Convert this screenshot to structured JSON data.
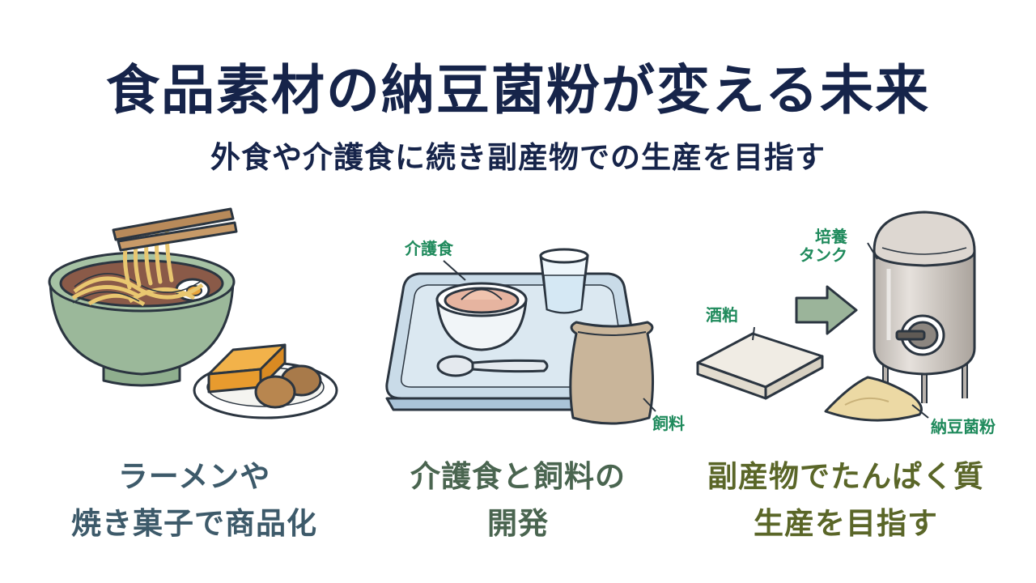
{
  "header": {
    "title": "食品素材の納豆菌粉が変える未来",
    "subtitle": "外食や介護食に続き副産物での生産を目指す"
  },
  "panels": [
    {
      "id": "ramen",
      "icons": [
        "ramen-bowl-icon",
        "chopsticks-icon",
        "baked-sweets-icon"
      ],
      "caption_lines": [
        "ラーメンや",
        "焼き菓子で商品化"
      ],
      "caption_color": "#3d5a6a"
    },
    {
      "id": "care-food",
      "icons": [
        "meal-tray-icon",
        "porridge-bowl-icon",
        "water-glass-icon",
        "spoon-icon",
        "feed-sack-icon"
      ],
      "labels": {
        "care_food": "介護食",
        "feed": "飼料"
      },
      "caption_lines": [
        "介護食と飼料の",
        "開発"
      ],
      "caption_color": "#4a6550"
    },
    {
      "id": "byproduct",
      "icons": [
        "sake-lees-icon",
        "arrow-right-icon",
        "culture-tank-icon",
        "natto-powder-icon"
      ],
      "labels": {
        "tank_line1": "培養",
        "tank_line2": "タンク",
        "sake_lees": "酒粕",
        "natto_powder": "納豆菌粉"
      },
      "caption_lines": [
        "副産物でたんぱく質",
        "生産を目指す"
      ],
      "caption_color": "#5a6628"
    }
  ],
  "colors": {
    "title": "#16244a",
    "label": "#1f8a5c",
    "bowl": "#9bb89a",
    "tray": "#c9dbe8",
    "tank": "#d2ccc6",
    "arrow": "#9bb49a"
  }
}
